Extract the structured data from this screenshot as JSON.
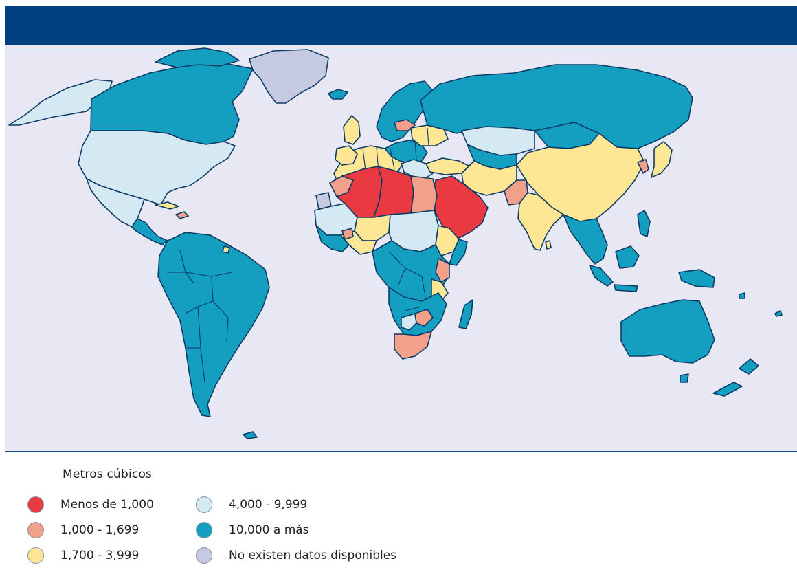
{
  "legend": {
    "title": "Metros cúbicos",
    "items": [
      {
        "key": "lt1000",
        "label": "Menos de 1,000",
        "color": "#e83a40"
      },
      {
        "key": "1000_1699",
        "label": "1,000 - 1,699",
        "color": "#f2a08a"
      },
      {
        "key": "1700_3999",
        "label": "1,700 - 3,999",
        "color": "#fde795"
      },
      {
        "key": "4000_9999",
        "label": "4,000 - 9,999",
        "color": "#d5e9f3"
      },
      {
        "key": "10000plus",
        "label": "10,000 a más",
        "color": "#149fc0"
      },
      {
        "key": "nodata",
        "label": "No existen datos disponibles",
        "color": "#c5c9e2"
      }
    ]
  },
  "map": {
    "background": "#e7e8f3",
    "header_color": "#004080",
    "border_color": "#0c3a66"
  }
}
